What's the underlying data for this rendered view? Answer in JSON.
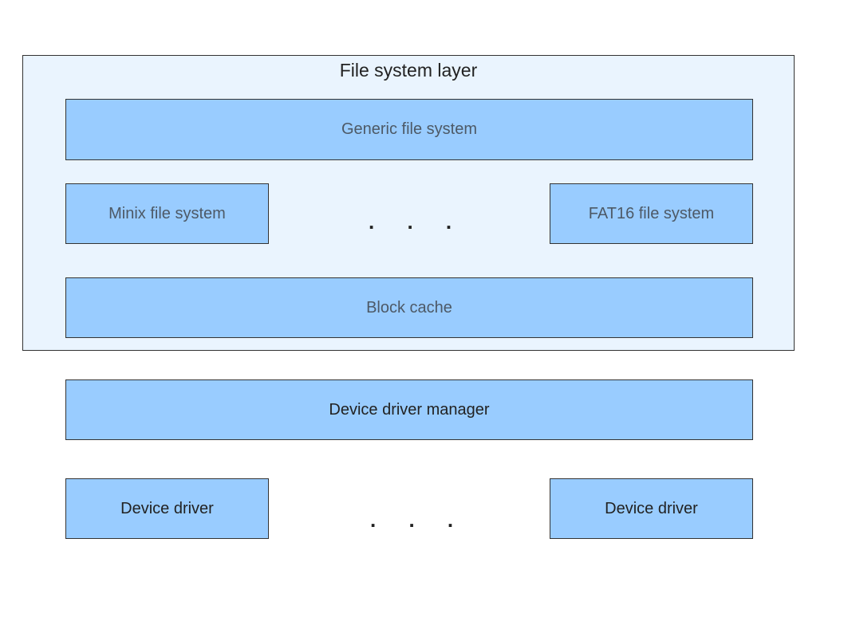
{
  "diagram": {
    "group": {
      "title": "File system layer"
    },
    "boxes": {
      "generic_fs": "Generic file system",
      "minix_fs": "Minix file system",
      "fat16_fs": "FAT16 file system",
      "block_cache": "Block cache",
      "device_driver_manager": "Device driver manager",
      "device_driver_left": "Device driver",
      "device_driver_right": "Device driver"
    },
    "ellipsis_fs": ". . .",
    "ellipsis_drivers": ". . .",
    "colors": {
      "group_fill": "#eaf4fe",
      "box_fill": "#99ccff",
      "border": "#333333"
    }
  }
}
